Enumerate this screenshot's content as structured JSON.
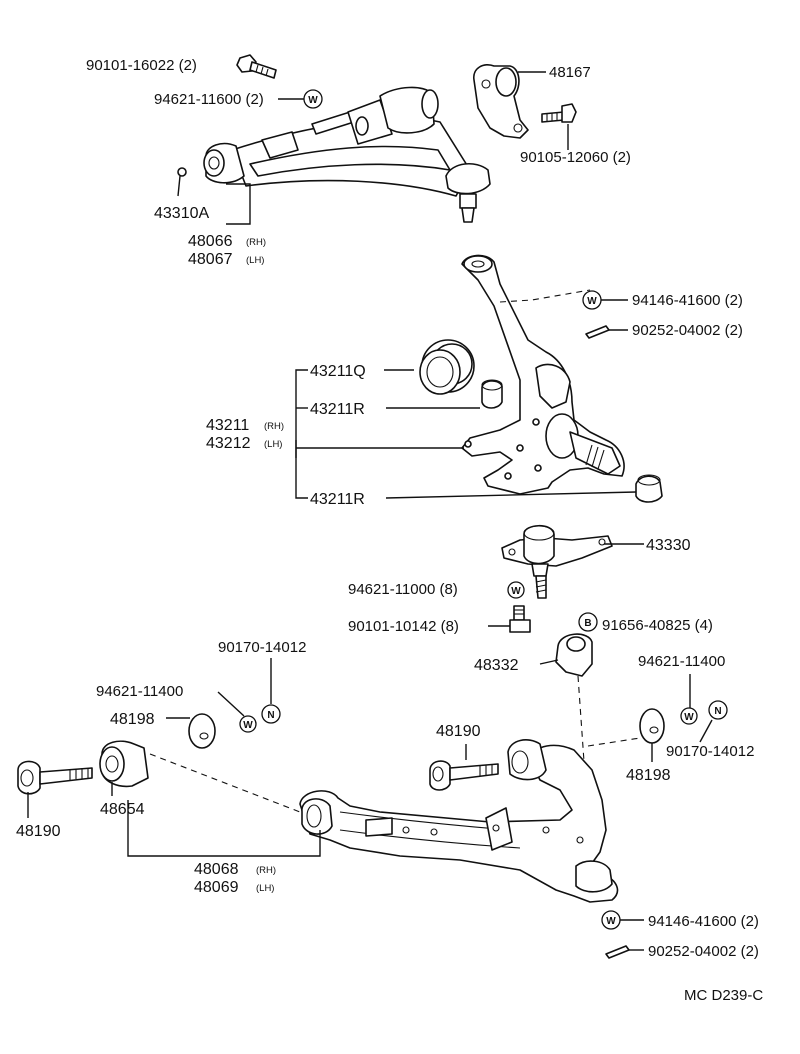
{
  "figure_code": "MC D239-C",
  "callouts": {
    "upper_bolt": "90101-16022 (2)",
    "upper_washer": "94621-11600 (2)",
    "bracket": "48167",
    "bracket_bolt": "90105-12060 (2)",
    "grease_fitting": "43310A",
    "upper_arm_rh": "48066",
    "upper_arm_rh_side": "(RH)",
    "upper_arm_lh": "48067",
    "upper_arm_lh_side": "(LH)",
    "knuckle_washer": "94146-41600 (2)",
    "knuckle_pin": "90252-04002 (2)",
    "seal": "43211Q",
    "bushing_r_upper": "43211R",
    "knuckle_rh": "43211",
    "knuckle_rh_side": "(RH)",
    "knuckle_lh": "43212",
    "knuckle_lh_side": "(LH)",
    "bushing_r_lower": "43211R",
    "ball_joint": "43330",
    "bj_washer": "94621-11000 (8)",
    "bj_bolt": "90101-10142 (8)",
    "bj_nut": "91656-40825 (4)",
    "stopper": "48332",
    "nut_left": "90170-14012",
    "washer_left": "94621-11400",
    "washer_right": "94621-11400",
    "cam_left": "48198",
    "bolt_center": "48190",
    "nut_right": "90170-14012",
    "cam_right": "48198",
    "bushing": "48654",
    "bolt_left": "48190",
    "lower_arm_rh": "48068",
    "lower_arm_rh_side": "(RH)",
    "lower_arm_lh": "48069",
    "lower_arm_lh_side": "(LH)",
    "lower_washer": "94146-41600 (2)",
    "lower_pin": "90252-04002 (2)"
  },
  "symbols": {
    "washer": "W",
    "nut": "N",
    "bolt": "B"
  }
}
